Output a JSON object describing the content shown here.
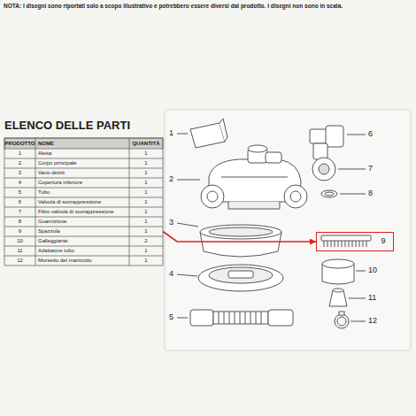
{
  "diagram": {
    "title": "ELENCO DELLE PARTI",
    "nodes": [
      {
        "text": [
          "9",
          "Spazzola",
          "1"
        ]
      },
      {
        "text": [
          "9"
        ]
      }
    ],
    "edges": [
      {
        "from": 0,
        "to": 1,
        "arrow": "to"
      }
    ],
    "labels": [
      "NOTA: I disegni sono riportati solo a scopo illustrativo e potrebbero essere diversi dal prodotto. I disegni non sono in scala.",
      "PRODOTTO",
      "NOME",
      "QUANTITÀ",
      "1",
      "Aletta",
      "1",
      "2",
      "Corpo principale",
      "1",
      "3",
      "Vano detriti",
      "1",
      "4",
      "Copertura inferiore",
      "1",
      "5",
      "Tubo",
      "1",
      "6",
      "Valvola di sovrappressione",
      "1",
      "7",
      "Filtro valvola di sovrappressione",
      "1",
      "8",
      "Guarnizione",
      "1",
      "10",
      "Galleggiante",
      "2",
      "11",
      "Adattatore tubo",
      "1",
      "12",
      "Morsetto del manicotto",
      "1",
      "1",
      "2",
      "3",
      "4",
      "5",
      "6",
      "7",
      "8",
      "10",
      "11",
      "12"
    ]
  }
}
